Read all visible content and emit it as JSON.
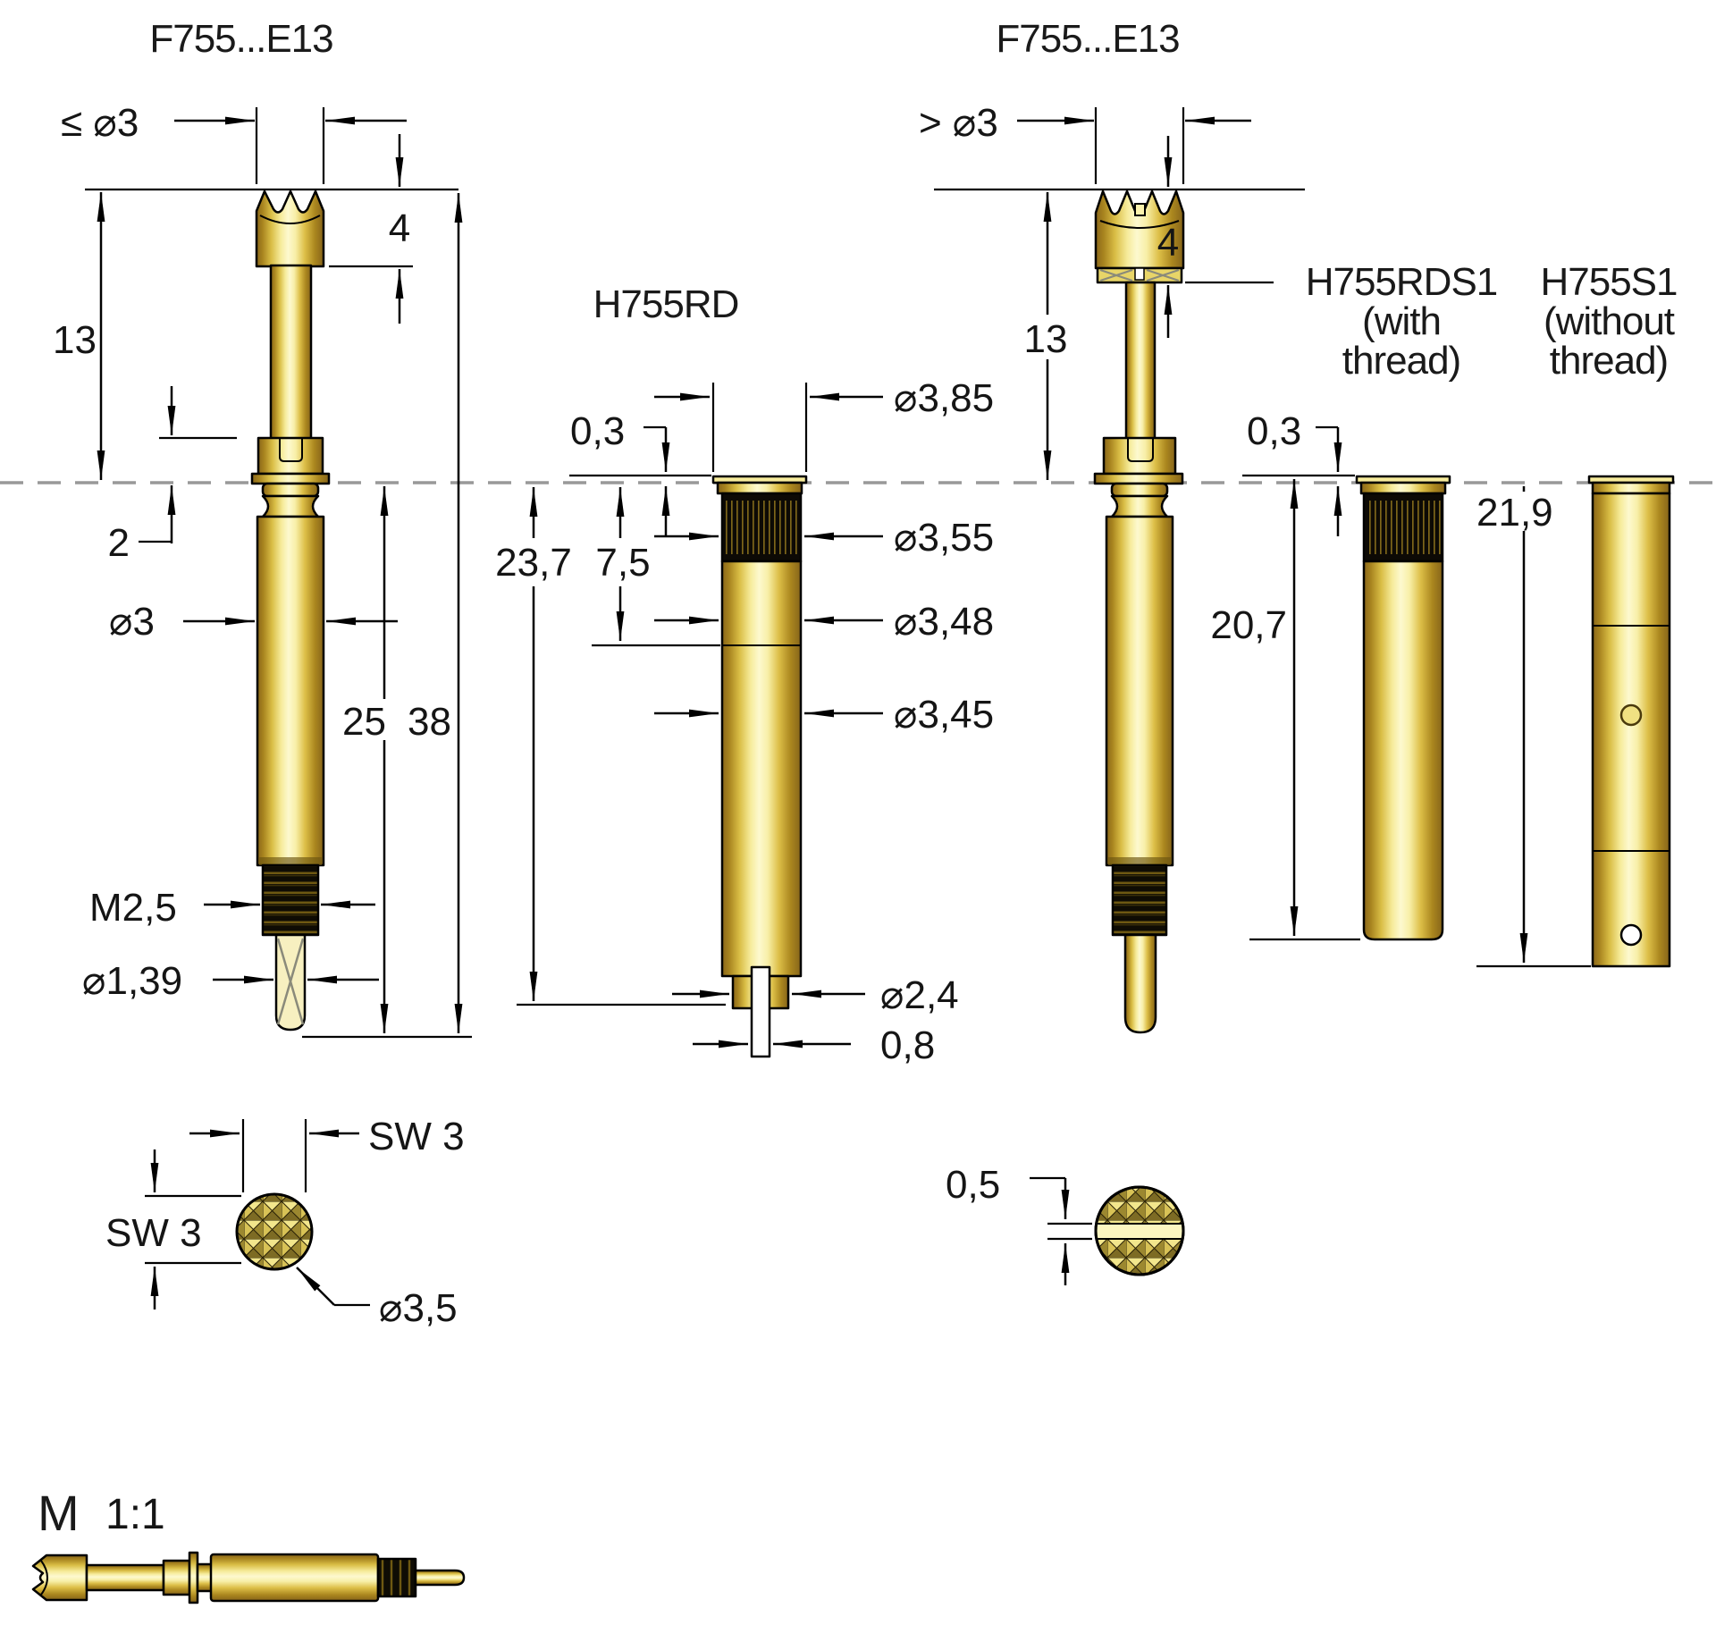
{
  "labels": {
    "probe_left_title": "F755...E13",
    "probe_right_title": "F755...E13",
    "h755rd_title": "H755RD",
    "h755rds1_title_1": "H755RDS1",
    "h755rds1_title_2": "(with",
    "h755rds1_title_3": "thread)",
    "h755s1_title_1": "H755S1",
    "h755s1_title_2": "(without",
    "h755s1_title_3": "thread)",
    "scale_m": "M",
    "scale_ratio": "1:1"
  },
  "dims": {
    "left": {
      "head_dia": "≤ ⌀3",
      "head_h": "4",
      "len_13": "13",
      "offset_2": "2",
      "barrel_dia": "⌀3",
      "len_25": "25",
      "len_38": "38",
      "thread": "M2,5",
      "tip_dia": "⌀1,39"
    },
    "h755rd": {
      "proj_0_3": "0,3",
      "len_23_7": "23,7",
      "len_7_5": "7,5",
      "dia_flange": "⌀3,85",
      "dia_knurl": "⌀3,55",
      "dia_upper": "⌀3,48",
      "dia_body": "⌀3,45",
      "dia_tail": "⌀2,4",
      "pin_w": "0,8"
    },
    "right": {
      "head_dia": "> ⌀3",
      "head_h": "4",
      "len_13": "13"
    },
    "h755rds1": {
      "proj_0_3": "0,3",
      "len_20_7": "20,7"
    },
    "h755s1": {
      "len_21_9": "21,9"
    },
    "section_a": {
      "sw_top": "SW 3",
      "sw_left": "SW 3",
      "dia": "⌀3,5"
    },
    "section_b": {
      "slot": "0,5"
    }
  },
  "colors": {
    "gold_highlight": "#fdf9cf",
    "gold_mid": "#e8d568",
    "gold_dark": "#8a671a",
    "knurl_black": "#0d0a05",
    "outline_black": "#000000",
    "mounting_plane_gray": "#999999",
    "crosshatch_gray": "#8a8a7a"
  }
}
